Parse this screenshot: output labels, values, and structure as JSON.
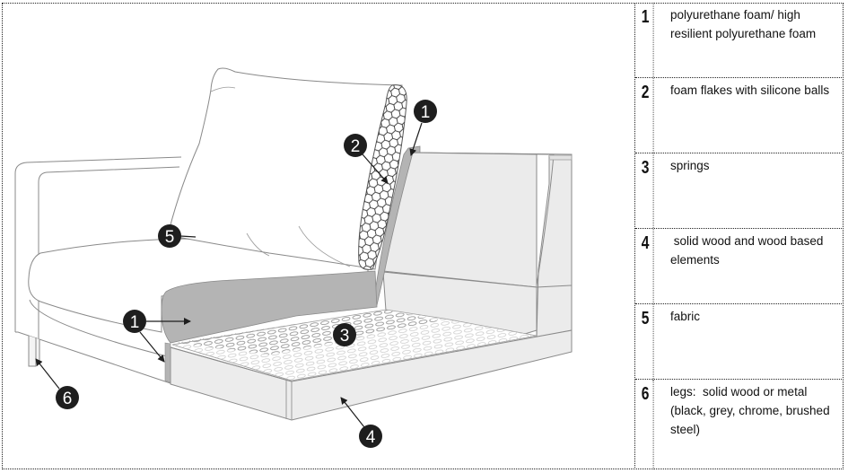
{
  "diagram": {
    "subject": "sofa construction cutaway",
    "callouts": [
      {
        "id": "1",
        "target": "seat-cushion-foam"
      },
      {
        "id": "1",
        "target": "frame-edge-foam"
      },
      {
        "id": "1",
        "target": "armrest-foam"
      },
      {
        "id": "2",
        "target": "back-cushion-filling"
      },
      {
        "id": "3",
        "target": "seat-springs"
      },
      {
        "id": "4",
        "target": "wooden-base"
      },
      {
        "id": "5",
        "target": "fabric-cover"
      },
      {
        "id": "6",
        "target": "leg"
      }
    ],
    "colors": {
      "callout_fill": "#1e1e1e",
      "foam": "#b4b4b4",
      "panel": "#ebebeb",
      "outline": "#8a8a8a"
    }
  },
  "legend": {
    "rows": [
      {
        "number": "1",
        "text": "polyurethane foam/ high resilient polyurethane foam"
      },
      {
        "number": "2",
        "text": "foam flakes with silicone balls"
      },
      {
        "number": "3",
        "text": "springs"
      },
      {
        "number": "4",
        "text": " solid wood and wood based elements"
      },
      {
        "number": "5",
        "text": "fabric"
      },
      {
        "number": "6",
        "text": "legs:  solid wood or metal (black, grey, chrome, brushed steel)"
      }
    ]
  }
}
